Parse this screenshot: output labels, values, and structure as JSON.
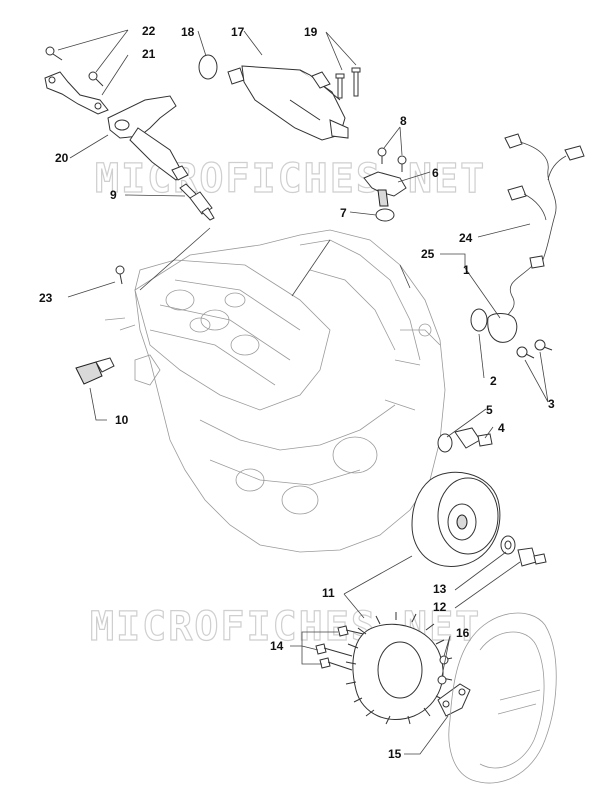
{
  "watermark": {
    "text": "MICROFICHES.NET"
  },
  "callouts": [
    {
      "id": "22",
      "text": "22"
    },
    {
      "id": "21",
      "text": "21"
    },
    {
      "id": "18",
      "text": "18"
    },
    {
      "id": "17",
      "text": "17"
    },
    {
      "id": "19",
      "text": "19"
    },
    {
      "id": "8",
      "text": "8"
    },
    {
      "id": "20",
      "text": "20"
    },
    {
      "id": "6",
      "text": "6"
    },
    {
      "id": "9",
      "text": "9"
    },
    {
      "id": "7",
      "text": "7"
    },
    {
      "id": "24",
      "text": "24"
    },
    {
      "id": "25",
      "text": "25"
    },
    {
      "id": "1",
      "text": "1"
    },
    {
      "id": "23",
      "text": "23"
    },
    {
      "id": "2",
      "text": "2"
    },
    {
      "id": "3",
      "text": "3"
    },
    {
      "id": "10",
      "text": "10"
    },
    {
      "id": "5",
      "text": "5"
    },
    {
      "id": "4",
      "text": "4"
    },
    {
      "id": "11",
      "text": "11"
    },
    {
      "id": "13",
      "text": "13"
    },
    {
      "id": "12",
      "text": "12"
    },
    {
      "id": "16",
      "text": "16"
    },
    {
      "id": "14",
      "text": "14"
    },
    {
      "id": "15",
      "text": "15"
    }
  ]
}
